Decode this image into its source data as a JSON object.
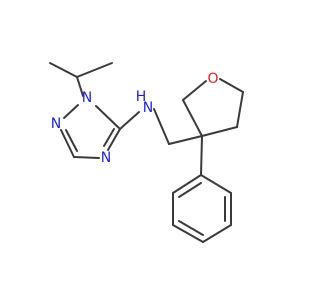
{
  "structure": {
    "colors": {
      "bond": "#3a3a3a",
      "nitrogen": "#1f1fe0",
      "oxygen": "#e02020",
      "background": "#ffffff"
    },
    "atom_labels": {
      "n_ring_1": "N",
      "n_ring_2": "N",
      "n_ring_4": "N",
      "nh_amine": "N",
      "h_amine": "H",
      "o_oxolane": "O"
    }
  }
}
